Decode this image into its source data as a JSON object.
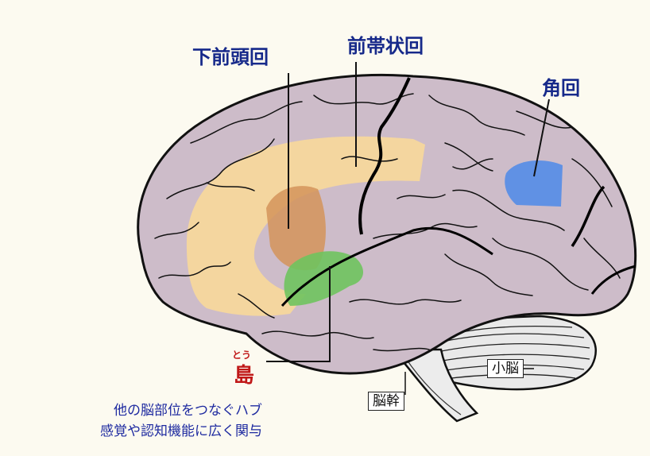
{
  "labels": {
    "inferior_frontal_gyrus": "下前頭回",
    "anterior_cingulate_gyrus": "前帯状回",
    "angular_gyrus": "角回",
    "insula_ruby": "とう",
    "insula": "島",
    "cerebellum": "小脳",
    "brainstem": "脳幹"
  },
  "caption": {
    "line1": "他の脳部位をつなぐハブ",
    "line2": "感覚や認知機能に広く関与"
  },
  "colors": {
    "brain": "#cdbcc9",
    "frontal_highlight": "#f8d89a",
    "inferior_frontal": "#d4945a",
    "insula_region": "#6fc35e",
    "angular": "#5a8ee6",
    "label_blue": "#16298a",
    "label_red": "#c01818"
  }
}
